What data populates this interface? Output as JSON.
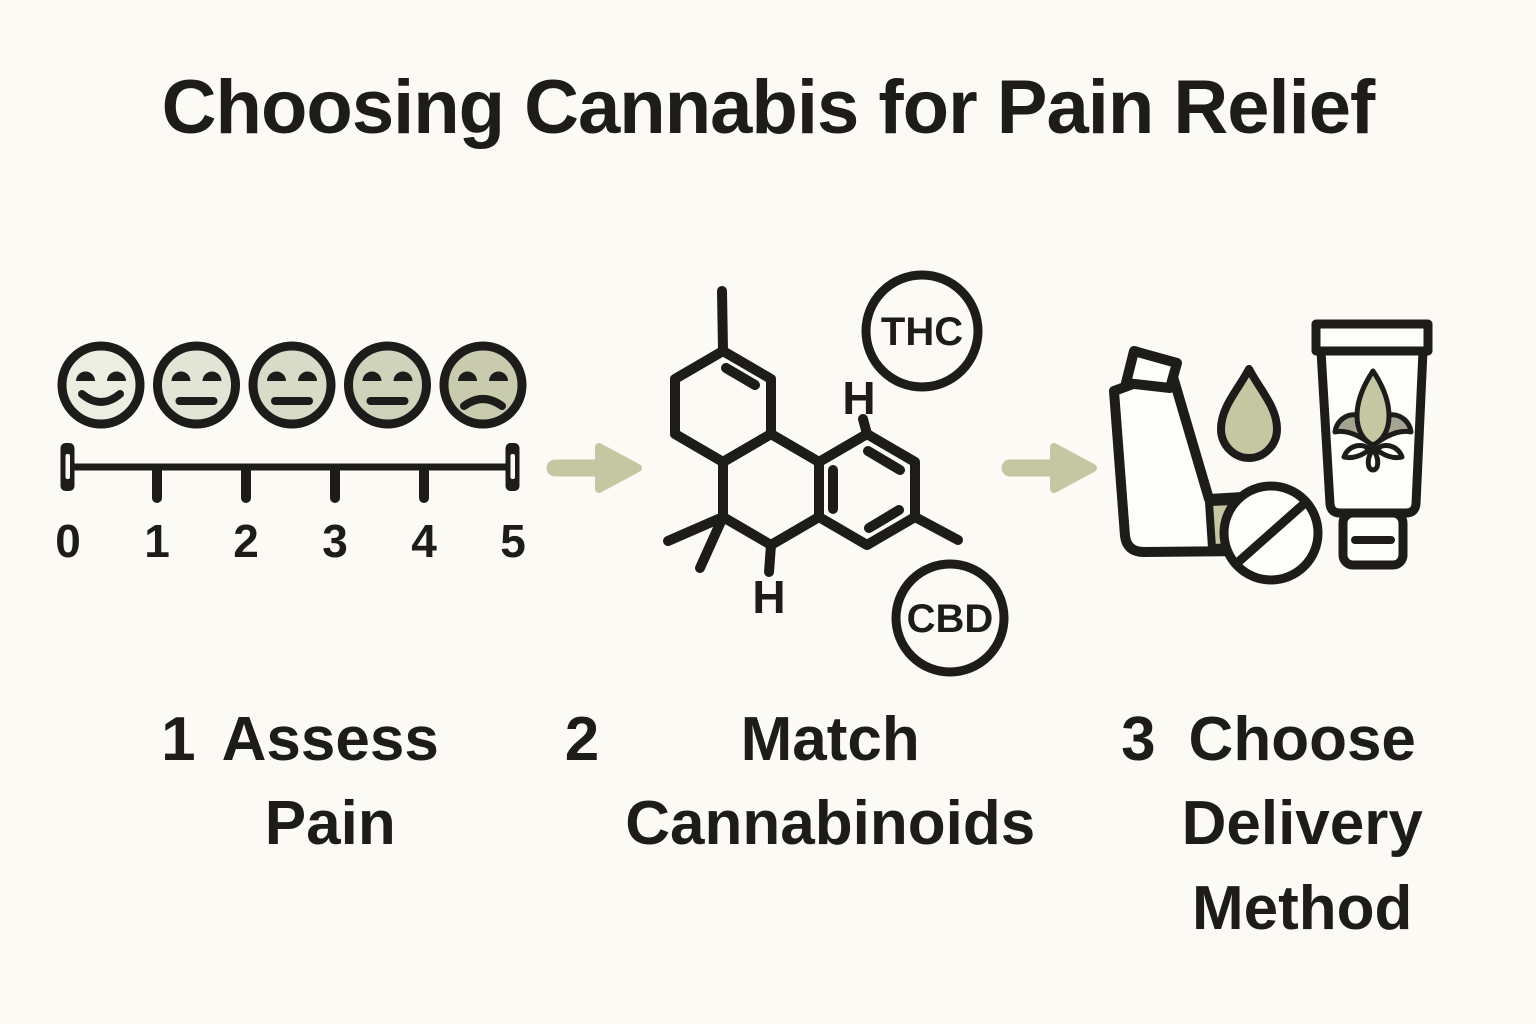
{
  "title": "Choosing Cannabis for Pain Relief",
  "colors": {
    "ink": "#1d1c1a",
    "background": "#fbfaf5",
    "sage_accent": "#c5c7a3",
    "leaf_side_petal": "#a3a491",
    "face_fills_light_to_dark": [
      "#eceee2",
      "#e2e4d5",
      "#d8dbc7",
      "#d0d3bb",
      "#c8cbae"
    ]
  },
  "steps": [
    {
      "number": "1",
      "label": "Assess\nPain"
    },
    {
      "number": "2",
      "label": "Match\nCannabinoids"
    },
    {
      "number": "3",
      "label": "Choose\nDelivery\nMethod"
    }
  ],
  "pain_scale": {
    "min": 0,
    "max": 5,
    "tick_labels": [
      "0",
      "1",
      "2",
      "3",
      "4",
      "5"
    ],
    "faces": [
      {
        "mood": "slight-smile",
        "color": "#eceee2"
      },
      {
        "mood": "neutral",
        "color": "#e2e4d5"
      },
      {
        "mood": "neutral",
        "color": "#d8dbc7"
      },
      {
        "mood": "neutral",
        "color": "#d0d3bb"
      },
      {
        "mood": "frown",
        "color": "#c8cbae"
      }
    ]
  },
  "molecule": {
    "badges": [
      {
        "label": "THC"
      },
      {
        "label": "CBD"
      }
    ],
    "atoms": [
      {
        "label": "H"
      },
      {
        "label": "H"
      }
    ]
  },
  "delivery": {
    "icons": [
      "inhaler",
      "droplet",
      "tablet",
      "topical-tube-with-cannabis-leaf"
    ]
  },
  "arrows": {
    "direction": "right",
    "count": 2
  }
}
